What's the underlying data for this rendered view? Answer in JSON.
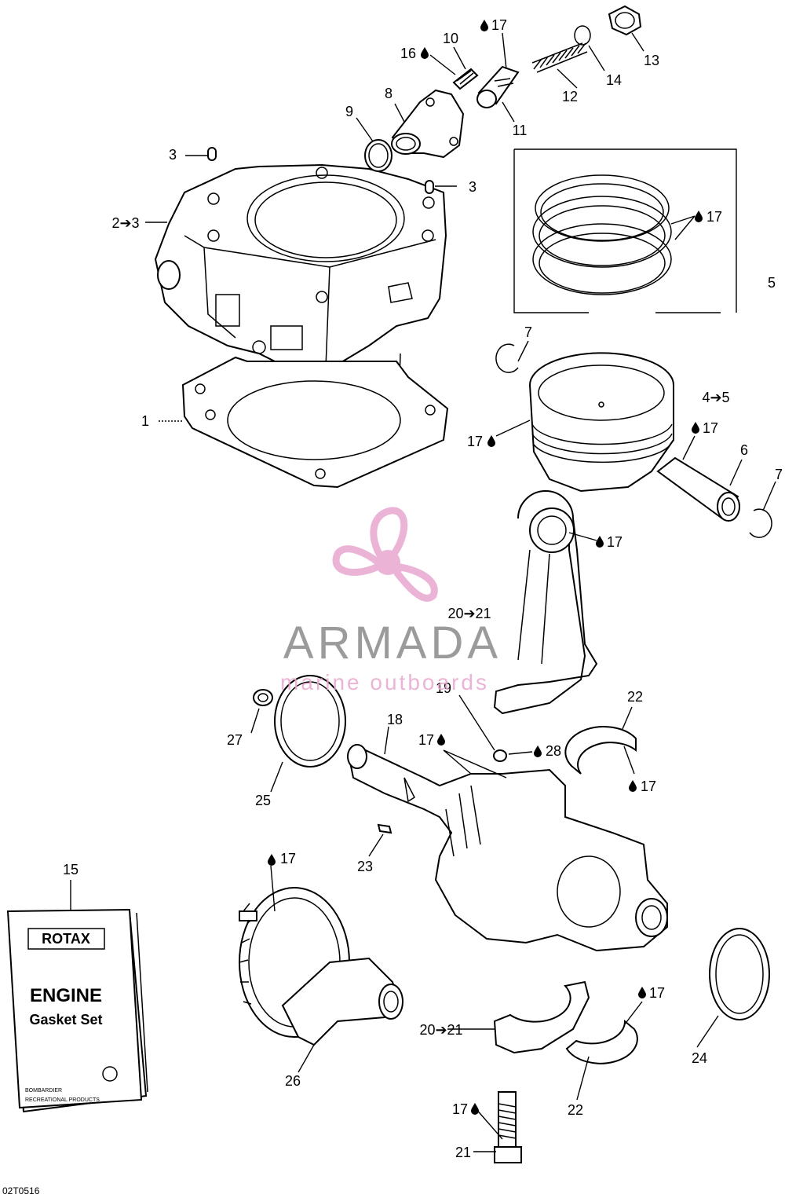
{
  "diagram": {
    "code": "02T0516",
    "labels": {
      "l1": "1",
      "l2": "2➔3",
      "l3a": "3",
      "l3b": "3",
      "l45": "4➔5",
      "l5": "5",
      "l6": "6",
      "l7a": "7",
      "l7b": "7",
      "l8": "8",
      "l9": "9",
      "l10": "10",
      "l11": "11",
      "l12": "12",
      "l13": "13",
      "l14": "14",
      "l15": "15",
      "l16": "16",
      "l17_valve": "17",
      "l17_rings": "17",
      "l17_piston": "17",
      "l17_pin": "17",
      "l17_rod": "17",
      "l17_crank": "17",
      "l17_bear_top": "17",
      "l17_gear": "17",
      "l17_bear_bot": "17",
      "l17_bolt": "17",
      "l18": "18",
      "l19": "19",
      "l2021a": "20➔21",
      "l2021b": "20➔21",
      "l21": "21",
      "l22a": "22",
      "l22b": "22",
      "l23": "23",
      "l24": "24",
      "l25": "25",
      "l26": "26",
      "l27": "27",
      "l28": "28"
    }
  },
  "watermark": {
    "brand": "ARMADA",
    "tagline": "marine outboards",
    "color": "#e8a8cf"
  },
  "gasket_kit": {
    "brand": "ROTAX",
    "title": "ENGINE",
    "subtitle": "Gasket Set",
    "maker_line1": "BOMBARDIER",
    "maker_line2": "RECREATIONAL PRODUCTS"
  }
}
